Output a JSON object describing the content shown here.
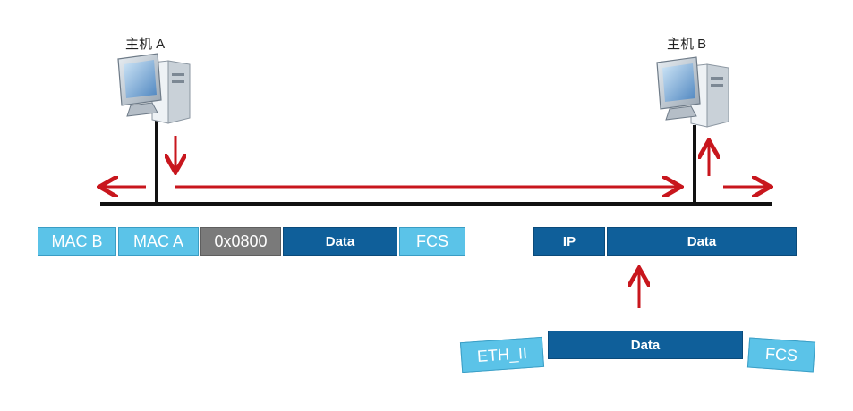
{
  "hosts": {
    "a": {
      "label": "主机 A"
    },
    "b": {
      "label": "主机 B"
    }
  },
  "frame": {
    "fields": [
      "MAC B",
      "MAC A",
      "0x0800",
      "Data",
      "FCS"
    ]
  },
  "ip_packet": {
    "fields": [
      "IP",
      "Data"
    ]
  },
  "decap": {
    "header": "ETH_II",
    "data": "Data",
    "trailer": "FCS"
  },
  "colors": {
    "arrow": "#c8161d",
    "line": "#111111",
    "field_light": "#5bc3e8",
    "field_dark": "#0f5f9a",
    "field_gray": "#7a7a7a"
  }
}
